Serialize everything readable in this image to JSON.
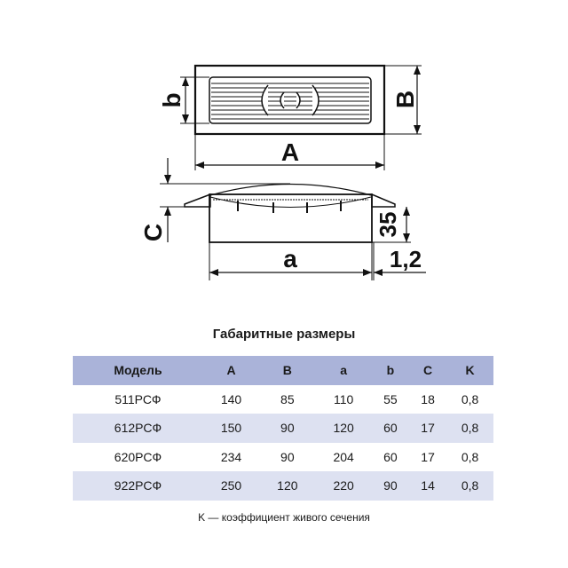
{
  "drawing": {
    "labels": {
      "A": "A",
      "B": "B",
      "a": "a",
      "b": "b",
      "C": "C",
      "h": "35",
      "t": "1,2"
    }
  },
  "table": {
    "title": "Габаритные размеры",
    "headers": [
      "Модель",
      "A",
      "B",
      "a",
      "b",
      "C",
      "K"
    ],
    "rows": [
      [
        "511РСФ",
        "140",
        "85",
        "110",
        "55",
        "18",
        "0,8"
      ],
      [
        "612РСФ",
        "150",
        "90",
        "120",
        "60",
        "17",
        "0,8"
      ],
      [
        "620РСФ",
        "234",
        "90",
        "204",
        "60",
        "17",
        "0,8"
      ],
      [
        "922РСФ",
        "250",
        "120",
        "220",
        "90",
        "14",
        "0,8"
      ]
    ],
    "note": "K — коэффициент живого сечения"
  },
  "colors": {
    "header": "#aab3d9",
    "alt_row": "#dde1f1"
  }
}
